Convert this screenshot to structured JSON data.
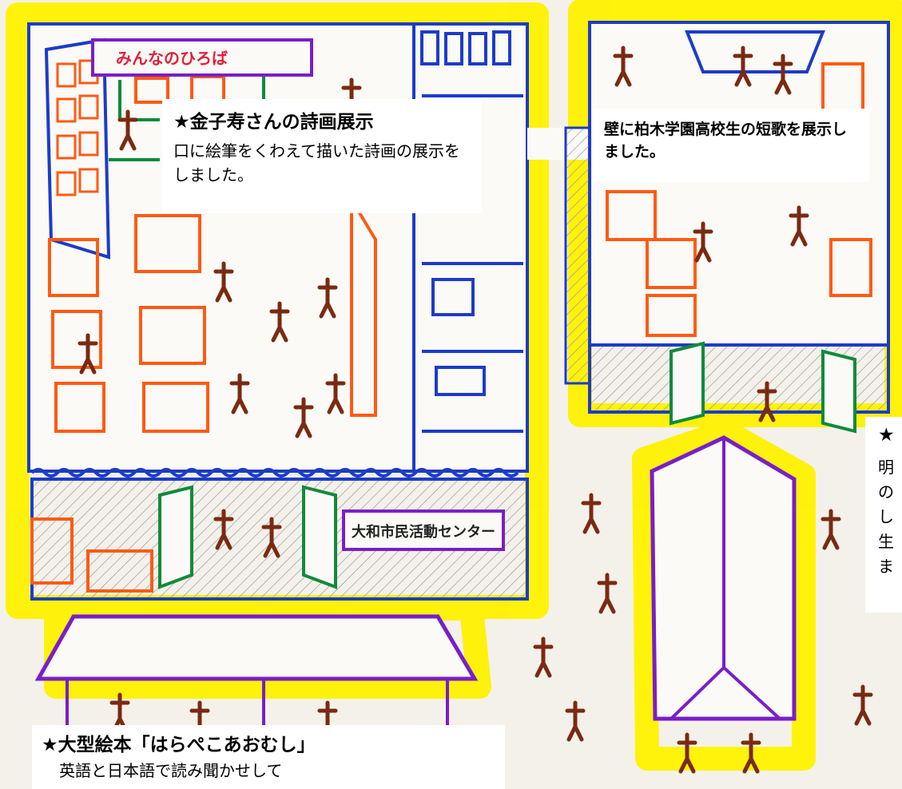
{
  "callouts": {
    "kaneko": {
      "title": "★金子寿さんの詩画展示",
      "body": "口に絵筆をくわえて描いた詩画の展示をしました。"
    },
    "tanka": {
      "title": "壁に柏木学園高校生の短歌を展示しました。"
    },
    "right": {
      "title": "★",
      "body": "明\nの\nし\n生\nま"
    },
    "book": {
      "title": "★大型絵本「はらぺこあおむし」",
      "body": "英語と日本語で読み聞かせして"
    }
  },
  "signs": {
    "banner": "みんなのひろば",
    "center": "大和市民活動センター"
  },
  "colors": {
    "highlight": "#fff200",
    "walls": "#1c3cc8",
    "tables": "#ff5a14",
    "doors": "#108a3c",
    "tents": "#7a1ec8",
    "people": "#7a2a12"
  }
}
